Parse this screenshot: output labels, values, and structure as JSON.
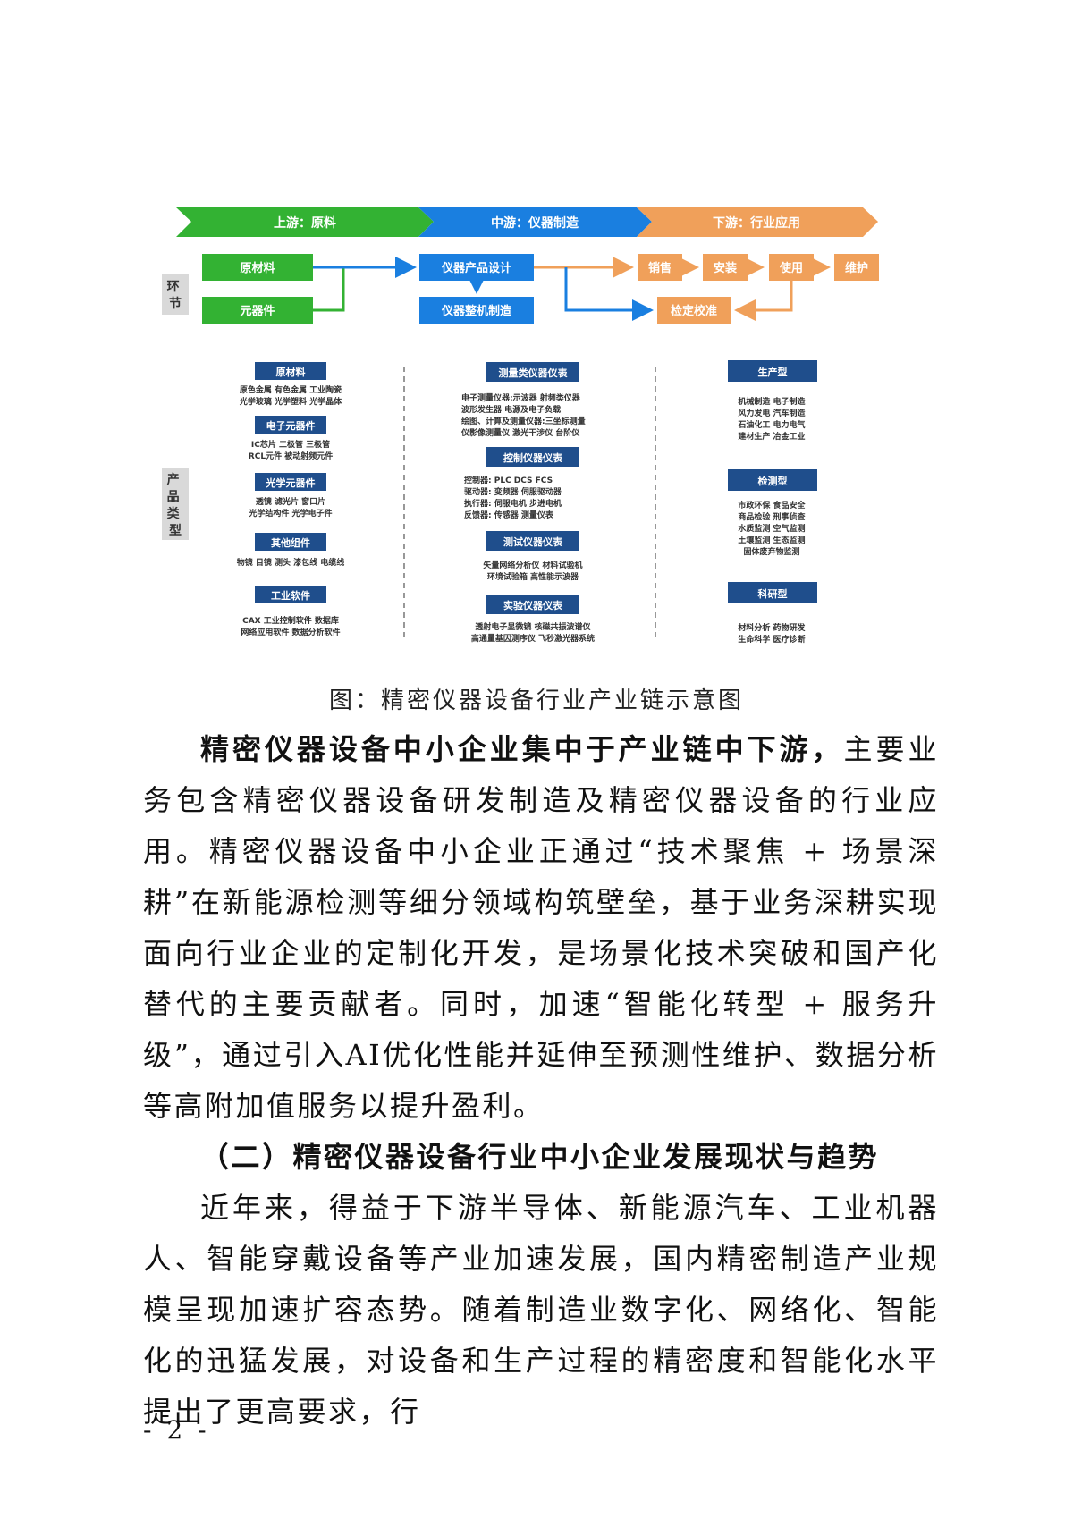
{
  "figure": {
    "stages": [
      {
        "label": "上游：原料",
        "color": "#33b233"
      },
      {
        "label": "中游：仪器制造",
        "color": "#1a7fe0"
      },
      {
        "label": "下游：行业应用",
        "color": "#f0a05a"
      }
    ],
    "sections": {
      "links": "环节",
      "product_types": "产品类型"
    },
    "links": {
      "upstream": [
        "原材料",
        "元器件"
      ],
      "midstream": [
        "仪器产品设计",
        "仪器整机制造"
      ],
      "downstream": [
        "销售",
        "安装",
        "使用",
        "维护"
      ],
      "calibration": "检定校准"
    },
    "products": {
      "upstream": [
        {
          "title": "原材料",
          "lines": [
            "原色金属 有色金属 工业陶瓷",
            "光学玻璃 光学塑料 光学晶体"
          ]
        },
        {
          "title": "电子元器件",
          "lines": [
            "IC芯片 二极管 三极管",
            "RCL元件 被动射频元件"
          ]
        },
        {
          "title": "光学元器件",
          "lines": [
            "透镜 滤光片 窗口片",
            "光学结构件 光学电子件"
          ]
        },
        {
          "title": "其他组件",
          "lines": [
            "物镜 目镜 测头 漆包线 电缆线"
          ]
        },
        {
          "title": "工业软件",
          "lines": [
            "CAX 工业控制软件 数据库",
            "网络应用软件 数据分析软件"
          ]
        }
      ],
      "midstream": [
        {
          "title": "测量类仪器仪表",
          "lines": [
            "电子测量仪器:示波器 射频类仪器",
            "波形发生器 电源及电子负载",
            "绘图、计算及测量仪器:三坐标测量",
            "仪影像测量仪 激光干涉仪 台阶仪"
          ]
        },
        {
          "title": "控制仪器仪表",
          "lines": [
            "控制器: PLC DCS FCS",
            "驱动器: 变频器 伺服驱动器",
            "执行器: 伺服电机 步进电机",
            "反馈器: 传感器 测量仪表"
          ]
        },
        {
          "title": "测试仪器仪表",
          "lines": [
            "矢量网络分析仪 材料试验机",
            "环境试验箱 高性能示波器"
          ]
        },
        {
          "title": "实验仪器仪表",
          "lines": [
            "透射电子显微镜 核磁共振波谱仪",
            "高通量基因测序仪 飞秒激光器系统"
          ]
        }
      ],
      "downstream": [
        {
          "title": "生产型",
          "lines": [
            "机械制造 电子制造",
            "风力发电 汽车制造",
            "石油化工 电力电气",
            "建材生产 冶金工业"
          ]
        },
        {
          "title": "检测型",
          "lines": [
            "市政环保 食品安全",
            "商品检验 刑事侦查",
            "水质监测 空气监测",
            "土壤监测 生态监测",
            "固体废弃物监测"
          ]
        },
        {
          "title": "科研型",
          "lines": [
            "材料分析 药物研发",
            "生命科学 医疗诊断"
          ]
        }
      ]
    }
  },
  "caption": "图：精密仪器设备行业产业链示意图",
  "paragraphs": {
    "p1_bold": "精密仪器设备中小企业集中于产业链中下游，",
    "p1_rest": "主要业务包含精密仪器设备研发制造及精密仪器设备的行业应用。精密仪器设备中小企业正通过“技术聚焦 + 场景深耕”在新能源检测等细分领域构筑壁垒，基于业务深耕实现面向行业企业的定制化开发，是场景化技术突破和国产化替代的主要贡献者。同时，加速“智能化转型 + 服务升级”，通过引入AI优化性能并延伸至预测性维护、数据分析等高附加值服务以提升盈利。",
    "heading": "（二）精密仪器设备行业中小企业发展现状与趋势",
    "p2": "近年来，得益于下游半导体、新能源汽车、工业机器人、智能穿戴设备等产业加速发展，国内精密制造产业规模呈现加速扩容态势。随着制造业数字化、网络化、智能化的迅猛发展，对设备和生产过程的精密度和智能化水平提出了更高要求，行"
  },
  "page_number": "- 2 -"
}
